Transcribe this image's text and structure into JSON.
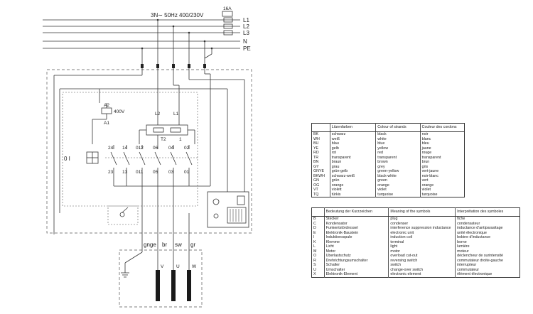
{
  "supply": {
    "rating": "3N∼ 50Hz 400/230V",
    "fuse": "16A",
    "lines": [
      "L1",
      "L2",
      "L3",
      "N",
      "PE"
    ]
  },
  "schematic": {
    "coil_labels": [
      "A2",
      "A1"
    ],
    "coil_voltage": "400V",
    "upper_terminals": [
      "L2",
      "L1"
    ],
    "block_labels": [
      "T2",
      "1"
    ],
    "contacts_top": [
      "24",
      "14",
      "012",
      "06",
      "04",
      "02"
    ],
    "contacts_bottom": [
      "23",
      "13",
      "011",
      "05",
      "03",
      "01"
    ],
    "switch_glyph": "0 I",
    "wire_colors": [
      "gnge",
      "br",
      "sw",
      "gr"
    ],
    "motor_terminals": [
      "V",
      "U",
      "W"
    ]
  },
  "colors_table": {
    "headers": [
      "",
      "Litzenfarben",
      "Colour of strands",
      "Couleur des cordons"
    ],
    "rows": [
      [
        "BK",
        "schwarz",
        "black",
        "noir"
      ],
      [
        "WH",
        "weiß",
        "white",
        "blanc"
      ],
      [
        "BU",
        "blau",
        "blue",
        "bleu"
      ],
      [
        "YE",
        "gelb",
        "yellow",
        "jaune"
      ],
      [
        "RD",
        "rot",
        "red",
        "rouge"
      ],
      [
        "TR",
        "transparent",
        "transparent",
        "transparent"
      ],
      [
        "BN",
        "braun",
        "brown",
        "brun"
      ],
      [
        "GY",
        "grau",
        "grey",
        "gris"
      ],
      [
        "GNYE",
        "grün-gelb",
        "green-yellow",
        "vert-jaune"
      ],
      [
        "BKWH",
        "schwarz-weiß",
        "black-white",
        "noir-blanc"
      ],
      [
        "GN",
        "grün",
        "green",
        "vert"
      ],
      [
        "OG",
        "orange",
        "orange",
        "orange"
      ],
      [
        "VT",
        "violett",
        "violet",
        "violet"
      ],
      [
        "TQ",
        "türkis",
        "turquoise",
        "turquoise"
      ]
    ]
  },
  "symbols_table": {
    "headers": [
      "",
      "Bedeutung der Kurzzeichen",
      "Meaning of the symbols",
      "Interprétation des symboles"
    ],
    "rows": [
      [
        "B",
        "Stecker",
        "plug",
        "fiche"
      ],
      [
        "C",
        "Kondensator",
        "condenser",
        "condensateur"
      ],
      [
        "D",
        "Funkentstördrossel",
        "interference suppression inductance",
        "inductance d'antiparasitage"
      ],
      [
        "E",
        "Elektronik-Baustein",
        "electronic unit",
        "unité électronique"
      ],
      [
        "I",
        "Induktionsspule",
        "induction coil",
        "bobine d'inductance"
      ],
      [
        "K",
        "Klemme",
        "terminal",
        "borne"
      ],
      [
        "L",
        "Licht",
        "light",
        "lumière"
      ],
      [
        "M",
        "Motor",
        "motor",
        "moteur"
      ],
      [
        "O",
        "Überlastschutz",
        "overload cut-out",
        "déclencheur de surintensité"
      ],
      [
        "R",
        "Drehrichtungsumschalter",
        "reversing switch",
        "commutateur droite-gauche"
      ],
      [
        "S",
        "Schalter",
        "switch",
        "interrupteur"
      ],
      [
        "U",
        "Umschalter",
        "change-over switch",
        "commutateur"
      ],
      [
        "X",
        "Elektronik-Element",
        "electronic element",
        "élément électronique"
      ]
    ]
  }
}
